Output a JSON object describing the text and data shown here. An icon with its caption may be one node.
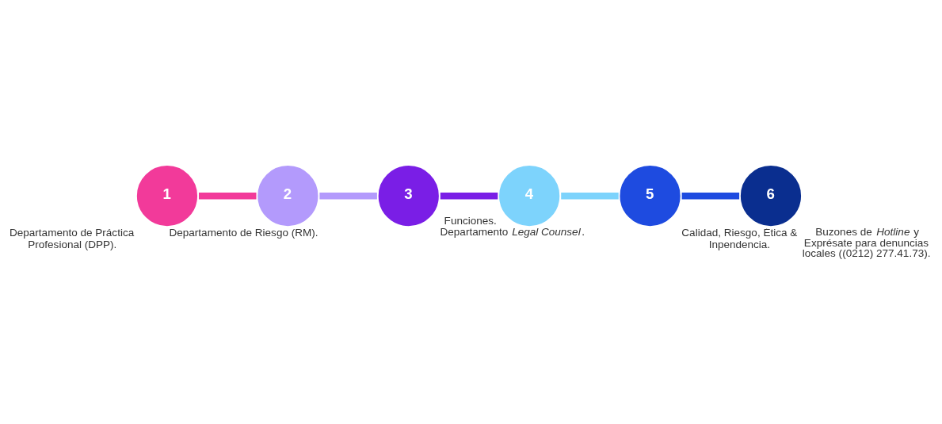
{
  "diagram": {
    "nodes": [
      {
        "text": [
          "1"
        ],
        "beside": [
          "Departamento de Práctica Profesional (DPP)."
        ]
      },
      {
        "text": [
          "2"
        ],
        "beside": [
          "Departamento de Riesgo (RM)."
        ]
      },
      {
        "text": [
          "3"
        ],
        "beside": [
          "Departamento *Legal Counsel*."
        ]
      },
      {
        "text": [
          "4"
        ],
        "beside": [
          "Funciones."
        ]
      },
      {
        "text": [
          "5"
        ],
        "beside": [
          "Calidad, Riesgo, Ética & Inpendencia."
        ]
      },
      {
        "text": [
          "6"
        ],
        "beside": [
          "Buzones de *Hotline* y Exprésate para denuncias locales ((0212) 277.41.73)."
        ]
      }
    ],
    "edges": [
      {
        "from": 0,
        "to": 1,
        "arrow": "none",
        "color": "#f23a9a"
      },
      {
        "from": 1,
        "to": 2,
        "arrow": "none",
        "color": "#b39afc"
      },
      {
        "from": 2,
        "to": 3,
        "arrow": "none",
        "color": "#7a1ee6"
      },
      {
        "from": 3,
        "to": 4,
        "arrow": "none",
        "color": "#7dd3fc"
      },
      {
        "from": 4,
        "to": 5,
        "arrow": "none",
        "color": "#1e4be0"
      }
    ]
  }
}
